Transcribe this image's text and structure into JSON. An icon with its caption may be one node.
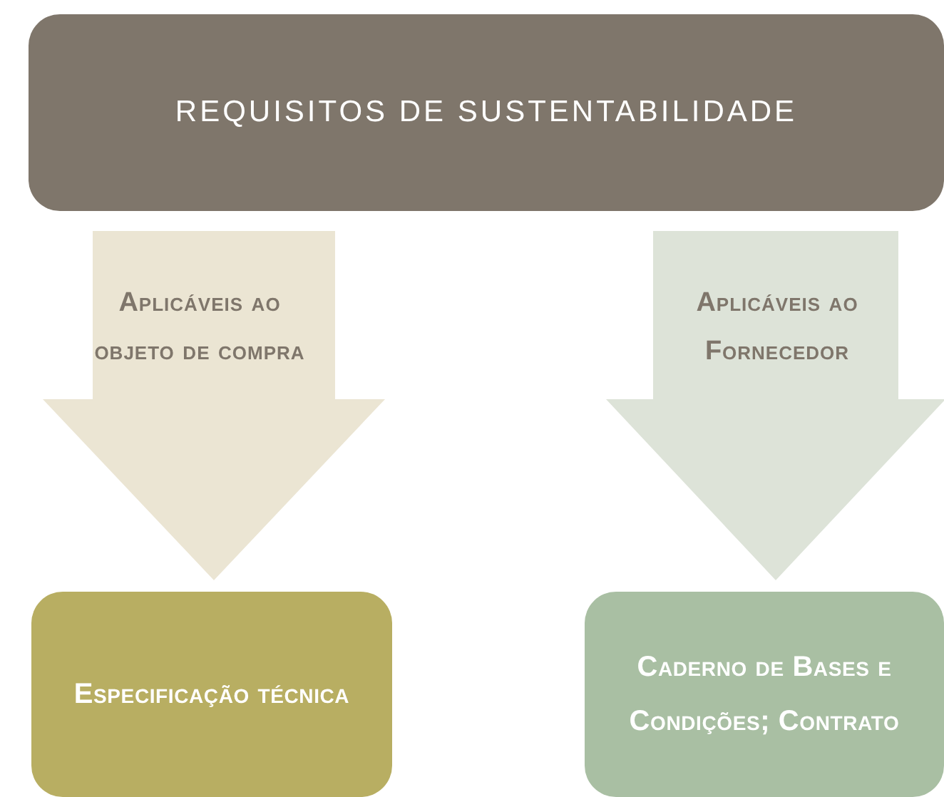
{
  "diagram": {
    "nodes": [
      {
        "text": [
          "REQUISITOS DE SUSTENTABILIDADE"
        ]
      },
      {
        "text": [
          "Especificação técnica"
        ]
      },
      {
        "text": [
          "Caderno de Bases e Condições; Contrato"
        ]
      }
    ],
    "edges": [
      {
        "from": 0,
        "to": 1,
        "arrow": "to",
        "label": "Aplicáveis ao objeto de compra",
        "color": "#ebe5d3"
      },
      {
        "from": 0,
        "to": 2,
        "arrow": "to",
        "label": "Aplicáveis ao Fornecedor",
        "color": "#dde3d8"
      }
    ]
  }
}
